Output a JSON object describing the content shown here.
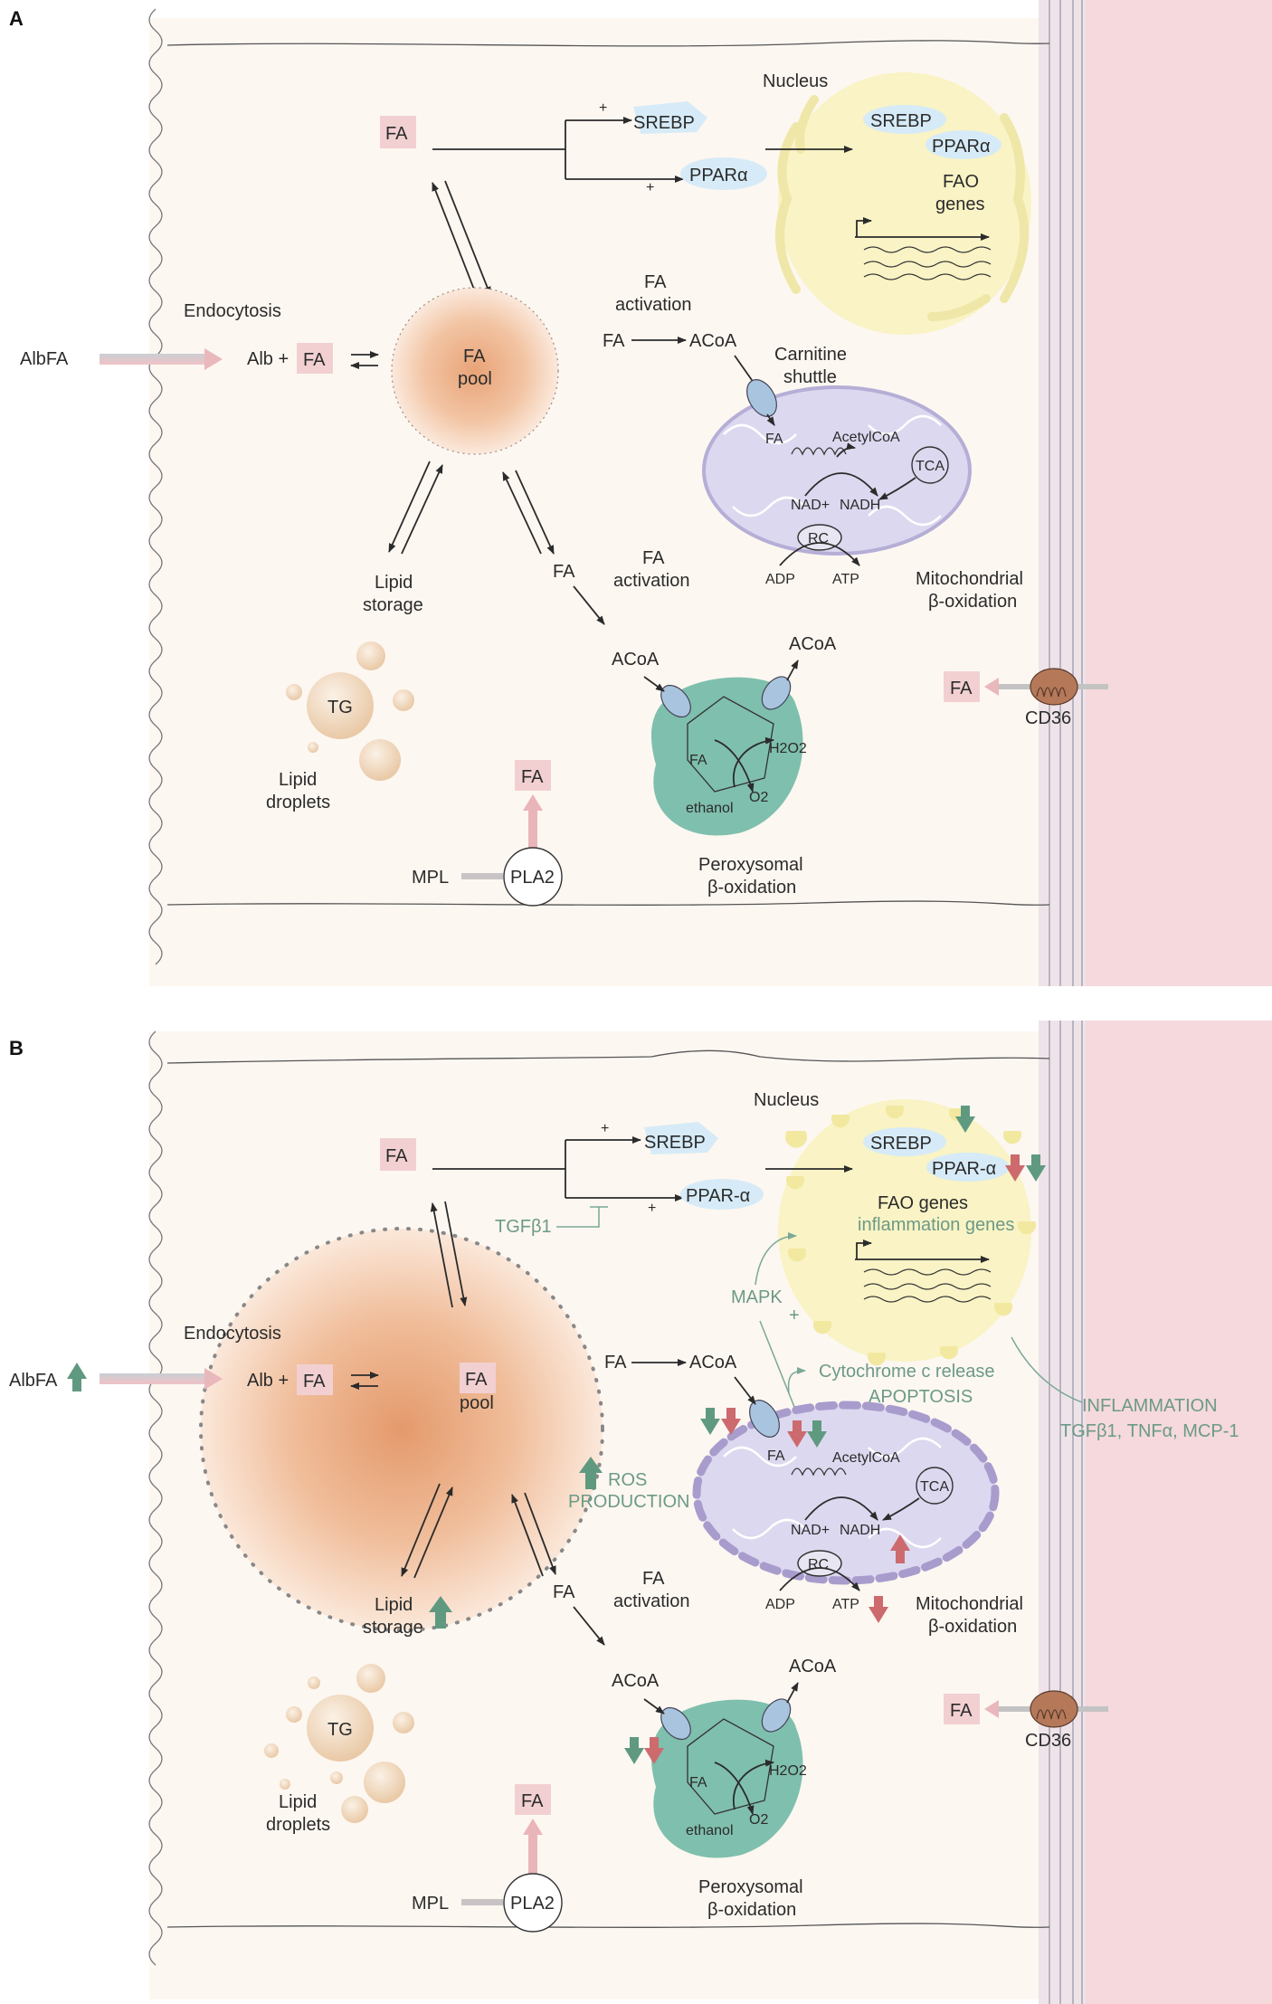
{
  "panels": [
    {
      "letter": "A",
      "labels": {
        "nucleus": "Nucleus",
        "fa_signal": "FA",
        "srebp": "SREBP",
        "ppar": "PPARα",
        "plus": "+",
        "nuc_srebp": "SREBP",
        "nuc_ppar": "PPARα",
        "fao_genes_1": "FAO",
        "fao_genes_2": "genes",
        "endocytosis": "Endocytosis",
        "albfa": "AlbFA",
        "alb_plus": "Alb +",
        "fa_alb": "FA",
        "pool_1": "FA",
        "pool_2": "pool",
        "fa_activation_1": "FA",
        "activation_1": "activation",
        "fa_acoa": "FA",
        "acoa_1": "ACoA",
        "carnitine": "Carnitine",
        "shuttle": "shuttle",
        "mito_fa": "FA",
        "acetylcoa": "AcetylCoA",
        "tca": "TCA",
        "nad": "NAD+",
        "nadh": "NADH",
        "rc": "RC",
        "adp": "ADP",
        "atp": "ATP",
        "mito_title_1": "Mitochondrial",
        "mito_title_2": "β-oxidation",
        "fa_low": "FA",
        "fa_activation_2": "FA",
        "activation_2": "activation",
        "lipid_storage_1": "Lipid",
        "lipid_storage_2": "storage",
        "tg": "TG",
        "lipid_droplets_1": "Lipid",
        "lipid_droplets_2": "droplets",
        "acoa_2": "ACoA",
        "acoa_3": "ACoA",
        "perox_fa": "FA",
        "h2o2": "H2O2",
        "ethanol": "ethanol",
        "o2": "O2",
        "perox_title_1": "Peroxysomal",
        "perox_title_2": "β-oxidation",
        "fa_cd36": "FA",
        "cd36": "CD36",
        "fa_pla2": "FA",
        "mpl": "MPL",
        "pla2": "PLA2"
      }
    },
    {
      "letter": "B",
      "labels": {
        "nucleus": "Nucleus",
        "fa_signal": "FA",
        "srebp": "SREBP",
        "ppar": "PPAR-α",
        "plus": "+",
        "nuc_srebp": "SREBP",
        "nuc_ppar": "PPAR-α",
        "fao_genes": "FAO genes",
        "inflammation_genes": "inflammation genes",
        "tgfb1": "TGFβ1",
        "mapk": "MAPK",
        "cytochrome": "Cytochrome c release",
        "apoptosis": "APOPTOSIS",
        "inflammation": "INFLAMMATION",
        "inflammation_list": "TGFβ1, TNFα, MCP-1",
        "ros_1": "ROS",
        "ros_2": "PRODUCTION",
        "endocytosis": "Endocytosis",
        "albfa": "AlbFA",
        "alb_plus": "Alb +",
        "fa_alb": "FA",
        "pool_1": "FA",
        "pool_2": "pool",
        "fa_acoa": "FA",
        "acoa_1": "ACoA",
        "mito_fa": "FA",
        "acetylcoa": "AcetylCoA",
        "tca": "TCA",
        "nad": "NAD+",
        "nadh": "NADH",
        "rc": "RC",
        "adp": "ADP",
        "atp": "ATP",
        "mito_title_1": "Mitochondrial",
        "mito_title_2": "β-oxidation",
        "fa_low": "FA",
        "fa_activation_2": "FA",
        "activation_2": "activation",
        "lipid_storage_1": "Lipid",
        "lipid_storage_2": "storage",
        "tg": "TG",
        "lipid_droplets_1": "Lipid",
        "lipid_droplets_2": "droplets",
        "acoa_2": "ACoA",
        "acoa_3": "ACoA",
        "perox_fa": "FA",
        "h2o2": "H2O2",
        "ethanol": "ethanol",
        "o2": "O2",
        "perox_title_1": "Peroxysomal",
        "perox_title_2": "β-oxidation",
        "fa_cd36": "FA",
        "cd36": "CD36",
        "fa_pla2": "FA",
        "mpl": "MPL",
        "pla2": "PLA2"
      }
    }
  ],
  "colors": {
    "cell_background": "#fdf7f1",
    "membrane_right": "#f5d9dc",
    "fa_box": "#f2d0d2",
    "fa_pool": "#e9a377",
    "nucleus": "#f7f2b6",
    "mitochondrion": "#dcd8ef",
    "peroxisome": "#7fbfad",
    "transcription_factor": "#d6ebf7",
    "increase_green": "#5f9a80",
    "decrease_red": "#cc6a6e",
    "green_text": "#6c9a86"
  }
}
